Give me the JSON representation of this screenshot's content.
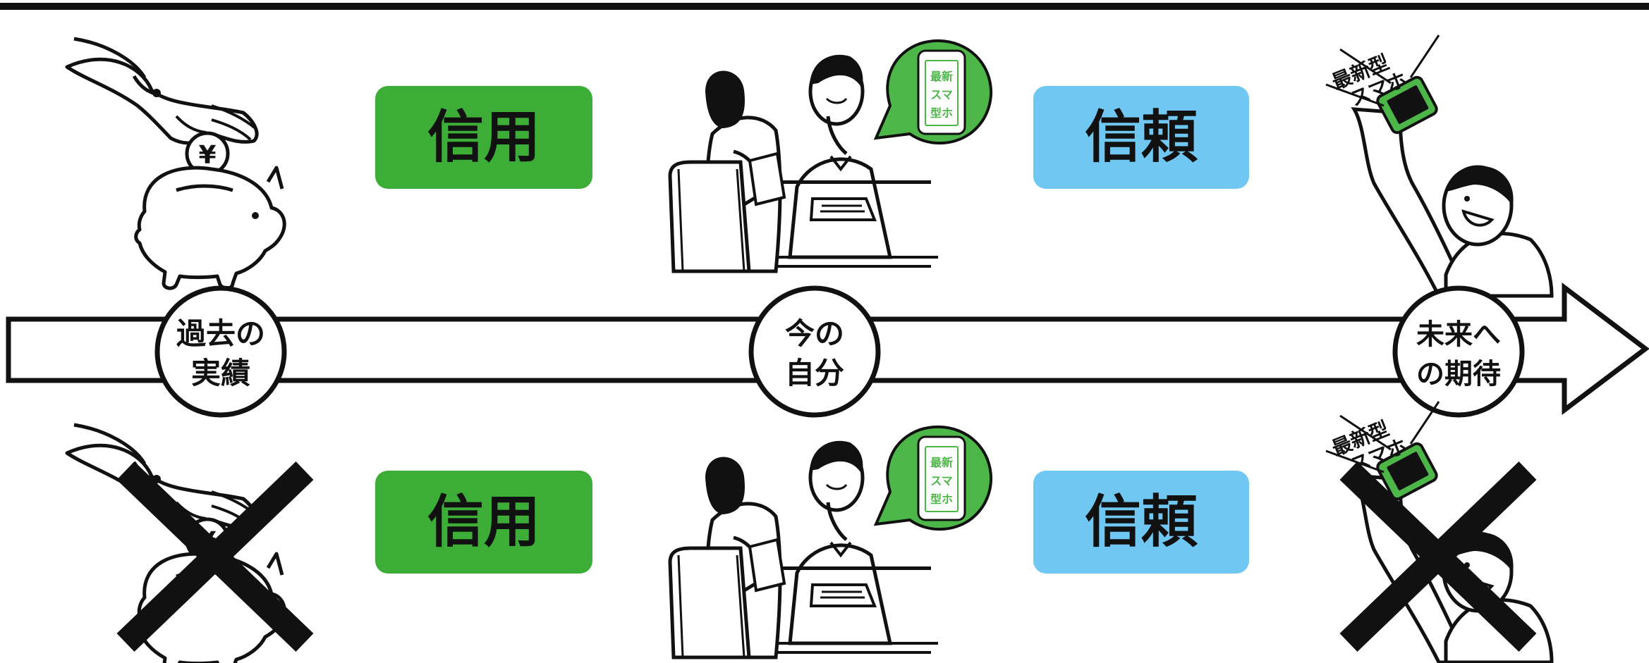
{
  "timeline": {
    "past": {
      "line1": "過去の",
      "line2": "実績"
    },
    "present": {
      "line1": "今の",
      "line2": "自分"
    },
    "future": {
      "line1": "未来へ",
      "line2": "の期待"
    }
  },
  "top_row": {
    "credit_label": "信用",
    "trust_label": "信頼",
    "bubble_phone_lines": [
      "最新",
      "スマ",
      "型ホ"
    ],
    "raised_phone_lines": [
      "最新型",
      "スマホ"
    ]
  },
  "bottom_row": {
    "credit_label": "信用",
    "trust_label": "信頼",
    "bubble_phone_lines": [
      "最新",
      "スマ",
      "型ホ"
    ],
    "raised_phone_lines": [
      "最新型",
      "スマホ"
    ]
  },
  "colors": {
    "credit_green": "#3cae37",
    "trust_blue": "#70c8f2",
    "line_black": "#111111",
    "phone_green": "#4cb648"
  },
  "icons": [
    "piggy-bank-icon",
    "hand-coin-icon",
    "yen-coin-icon",
    "interview-icon",
    "speech-bubble-icon",
    "smartphone-icon",
    "raised-phone-person-icon",
    "cross-mark-icon"
  ]
}
